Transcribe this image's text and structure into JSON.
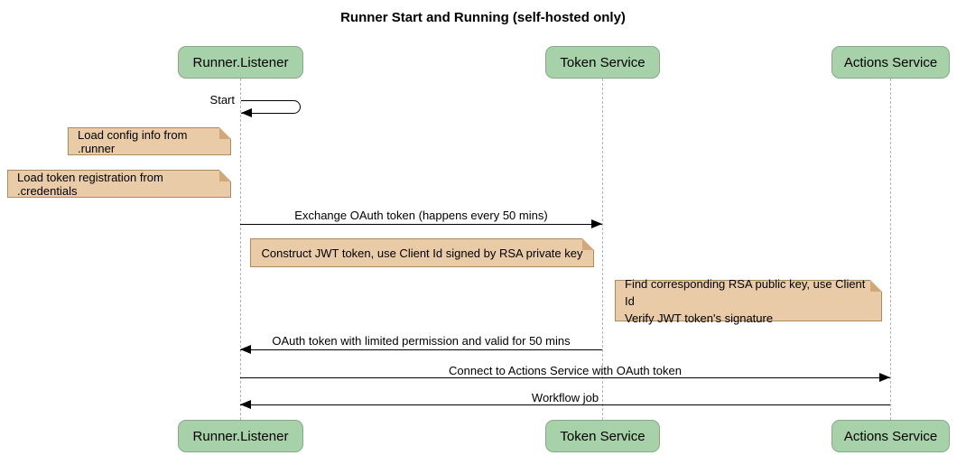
{
  "title": "Runner Start and Running (self-hosted only)",
  "participants": [
    {
      "label": "Runner.Listener"
    },
    {
      "label": "Token Service"
    },
    {
      "label": "Actions Service"
    }
  ],
  "self_message": {
    "label": "Start",
    "on": "Runner.Listener"
  },
  "notes": [
    {
      "lines": [
        "Load config info from .runner"
      ]
    },
    {
      "lines": [
        "Load token registration from .credentials"
      ]
    },
    {
      "lines": [
        "Construct JWT token, use Client Id signed by RSA private key"
      ]
    },
    {
      "lines": [
        "Find corresponding RSA public key, use Client Id",
        "Verify JWT token's signature"
      ]
    }
  ],
  "messages": [
    {
      "label": "Exchange OAuth token (happens every 50 mins)",
      "from": "Runner.Listener",
      "to": "Token Service",
      "direction": "right"
    },
    {
      "label": "OAuth token with limited permission and valid for 50 mins",
      "from": "Token Service",
      "to": "Runner.Listener",
      "direction": "left"
    },
    {
      "label": "Connect to Actions Service with OAuth token",
      "from": "Runner.Listener",
      "to": "Actions Service",
      "direction": "right"
    },
    {
      "label": "Workflow job",
      "from": "Actions Service",
      "to": "Runner.Listener",
      "direction": "left"
    }
  ],
  "colors": {
    "participant_fill": "#a7d2a9",
    "participant_border": "#84ab86",
    "note_fill": "#e9cba7",
    "note_border": "#ab8b5d",
    "note_fold": "#d2a878",
    "message_line": "#000000",
    "lifeline": "#b3b3b3",
    "background": "#ffffff"
  }
}
